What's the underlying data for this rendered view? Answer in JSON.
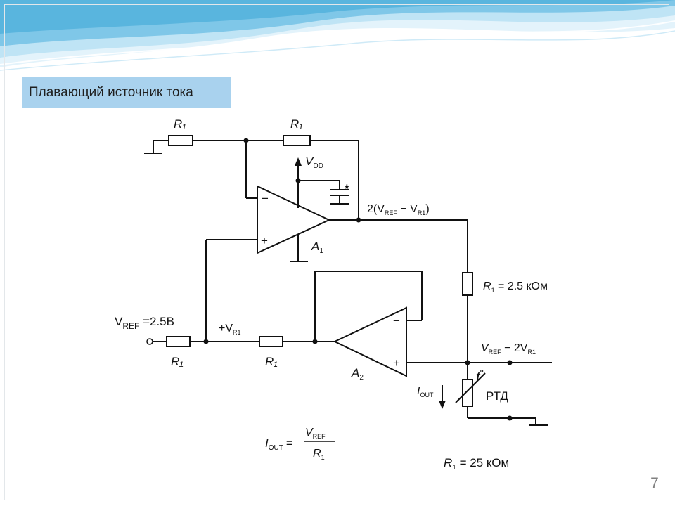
{
  "slide": {
    "title": "Плавающий источник тока",
    "page_number": "7"
  },
  "diagram": {
    "labels": {
      "r1_top_left": "R₁",
      "r1_top_right": "R₁",
      "vdd_v": "V",
      "vdd_sub": "DD",
      "cap_star": "*",
      "minus_a1": "−",
      "plus_a1": "+",
      "a1_a": "A",
      "a1_sub": "1",
      "out_expr_a": "2(V",
      "out_expr_ref": "REF",
      "out_expr_b": " − V",
      "out_expr_r1": "R1",
      "out_expr_c": ")",
      "r1_value_r": "R",
      "r1_value_sub": "1",
      "r1_value_rest": " = 2.5 кОм",
      "vref_v": "V",
      "vref_sub": "REF",
      "vref_rest": " =2.5В",
      "vr1_plus": "+V",
      "vr1_sub": "R1",
      "r1_bottom_left": "R₁",
      "r1_bottom_mid": "R₁",
      "minus_a2": "−",
      "plus_a2": "+",
      "a2_a": "A",
      "a2_sub": "2",
      "node_expr_a": "V",
      "node_expr_ref": "REF",
      "node_expr_b": " − 2V",
      "node_expr_r1": "R1",
      "t_label": "t",
      "t_deg": "°",
      "iout_i": "I",
      "iout_sub": "OUT",
      "rtd": "РТД",
      "formula_i": "I",
      "formula_sub": "OUT",
      "formula_eq": "=",
      "formula_num_v": "V",
      "formula_num_sub": "REF",
      "formula_den_r": "R",
      "formula_den_sub": "1",
      "r1_25_r": "R",
      "r1_25_sub": "1",
      "r1_25_rest": " = 25 кОм"
    }
  },
  "colors": {
    "title_bg": "#a9d2ee",
    "wave_light": "#d6eefa",
    "wave_mid": "#7fc7e8",
    "wave_dark": "#3aa6d6",
    "ink": "#111111"
  }
}
